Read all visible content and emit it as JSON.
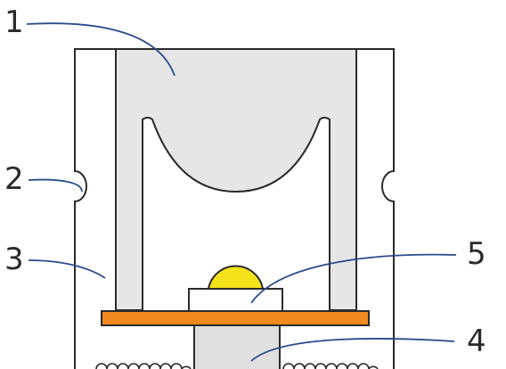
{
  "diagram": {
    "labels": [
      {
        "id": "1",
        "text": "1"
      },
      {
        "id": "2",
        "text": "2"
      },
      {
        "id": "3",
        "text": "3"
      },
      {
        "id": "4",
        "text": "4"
      },
      {
        "id": "5",
        "text": "5"
      }
    ],
    "colors": {
      "outline": "#2a2a2a",
      "leader_line": "#2b4c8c",
      "reflector_fill": "#e6e6e6",
      "led_dome": "#f3e21a",
      "pcb": "#f08a1e",
      "heatsink_fill": "#e0e0e0"
    }
  }
}
